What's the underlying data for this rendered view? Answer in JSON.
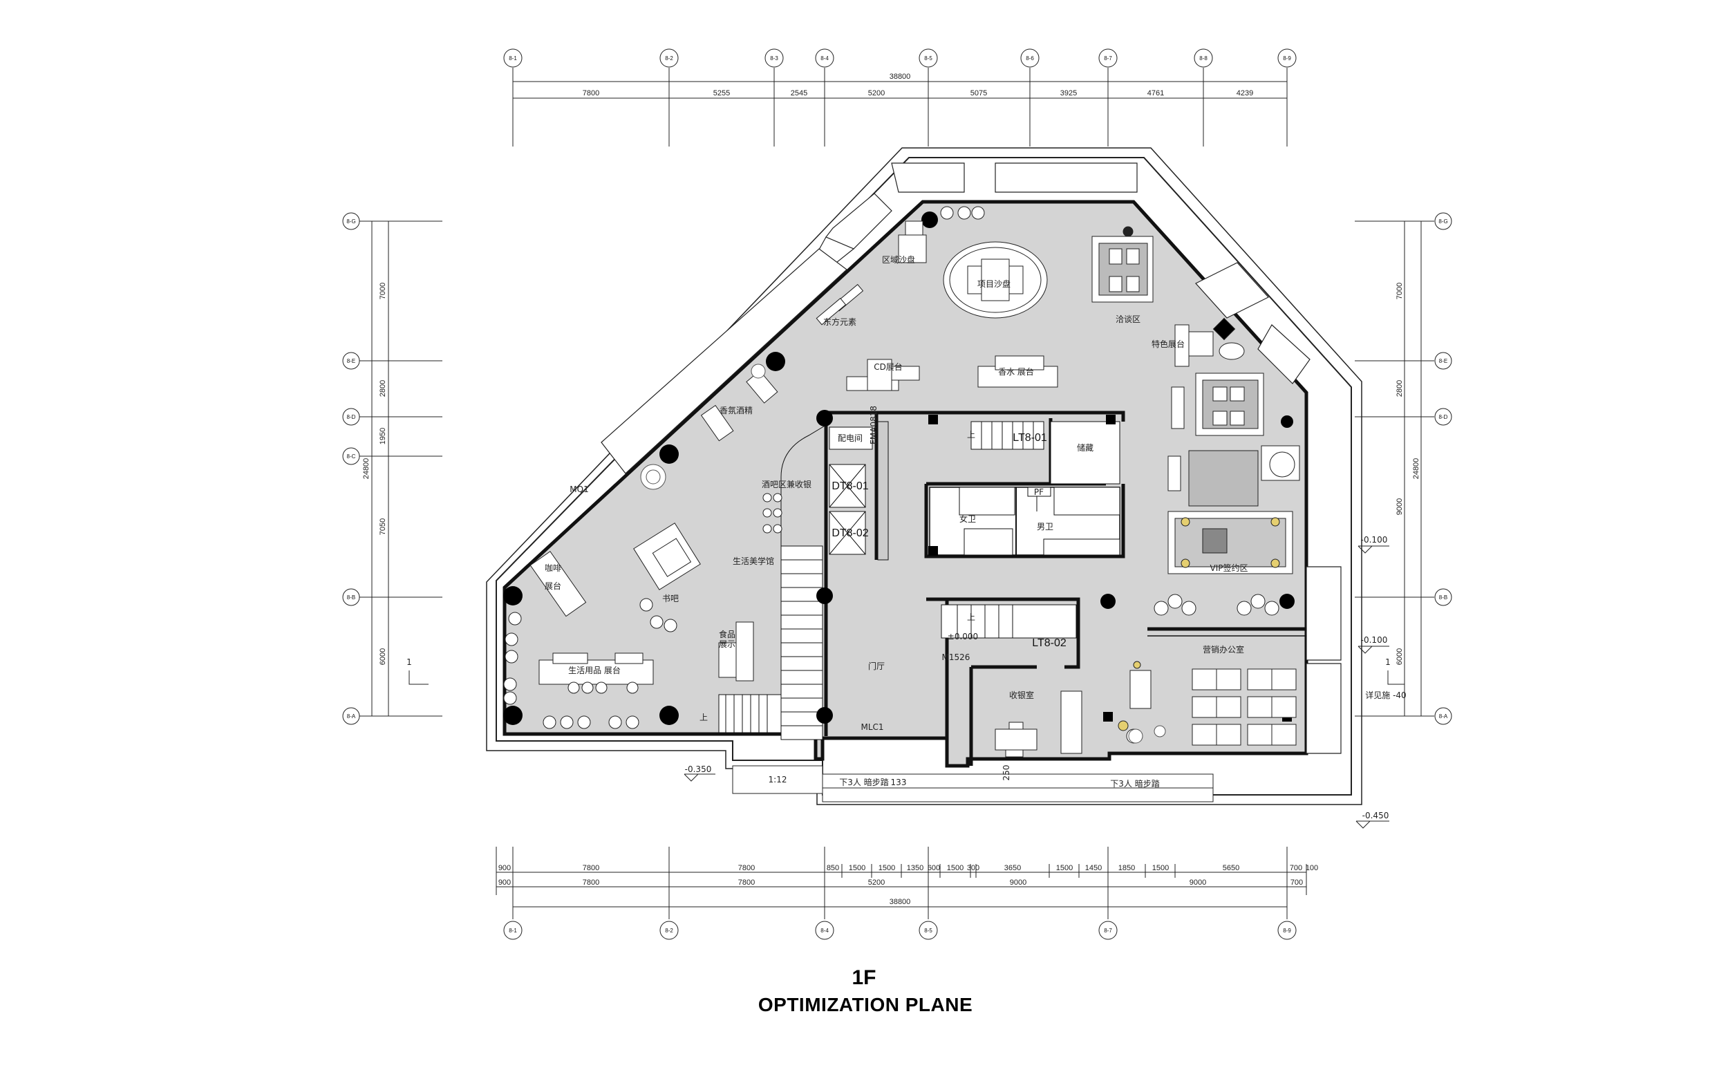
{
  "title": {
    "floor": "1F",
    "name": "OPTIMIZATION PLANE"
  },
  "grid_top": [
    "8-1",
    "8-2",
    "8-3",
    "8-4",
    "8-5",
    "8-6",
    "8-7",
    "8-8",
    "8-9"
  ],
  "grid_bottom": [
    "8-1",
    "8-2",
    "8-4",
    "8-5",
    "8-7",
    "8-9"
  ],
  "grid_left": [
    "8-G",
    "8-E",
    "8-D",
    "8-C",
    "8-B",
    "8-A"
  ],
  "grid_right": [
    "8-G",
    "8-E",
    "8-D",
    "8-B",
    "8-A"
  ],
  "dims_top_total": "38800",
  "dims_top": [
    "7800",
    "5255",
    "2545",
    "5200",
    "5075",
    "3925",
    "4761",
    "4239"
  ],
  "dims_bottom_row1": [
    "900",
    "7800",
    "7800",
    "850",
    "1500",
    "1500",
    "1350",
    "600",
    "1500",
    "300",
    "3650",
    "1500",
    "1450",
    "1850",
    "1500",
    "5650",
    "700",
    "100"
  ],
  "dims_bottom_row2": [
    "900",
    "7800",
    "7800",
    "5200",
    "9000",
    "9000",
    "700"
  ],
  "dims_bottom_total": "38800",
  "dims_left": [
    "7000",
    "2800",
    "1950",
    "7050",
    "6000"
  ],
  "dims_left_total": "24800",
  "dims_right": [
    "7000",
    "2800",
    "9000",
    "6000"
  ],
  "dims_right_total": "24800",
  "rooms": {
    "bar": "酒吧区兼收银",
    "life_museum": "生活美学馆",
    "bookbar": "书吧",
    "coffee": "咖啡",
    "display": "展台",
    "daily_goods": "生活用品 展台",
    "food": "食品",
    "food2": "展示",
    "cd": "CD展台",
    "perfume": "香水 展台",
    "project": "项目沙盘",
    "sandbox": "区域沙盘",
    "negotiation": "洽谈区",
    "bar_display": "特色展台",
    "vip": "VIP签约区",
    "sales_office": "营销办公室",
    "cashier": "收银室",
    "hall": "门厅",
    "female_wc": "女卫",
    "male_wc": "男卫",
    "pf": "PF",
    "storage": "储藏",
    "elec": "配电间",
    "lt1": "LT8-01",
    "lt2": "LT8-02",
    "dt1": "DT8-01",
    "dt2": "DT8-02",
    "fm": "FMA0818",
    "mlc1": "MLC1",
    "mq1": "MQ1",
    "m1526": "M1526",
    "level0": "±0.000",
    "lvl_m350": "-0.350",
    "lvl_m100a": "-0.100",
    "lvl_m100b": "-0.100",
    "lvl_m450": "-0.450",
    "ramp": "1:12",
    "down3": "下3人 暗步踏",
    "down3b": "下3人 暗步踏",
    "n133": "133",
    "n250": "250",
    "stair_up": "上",
    "stair_up2": "上",
    "stair_up3": "上",
    "right_note": "详见施 -40",
    "north_left": "1",
    "north_right": "1",
    "west_label": "东方元素",
    "west_label2": "香氛酒精"
  }
}
